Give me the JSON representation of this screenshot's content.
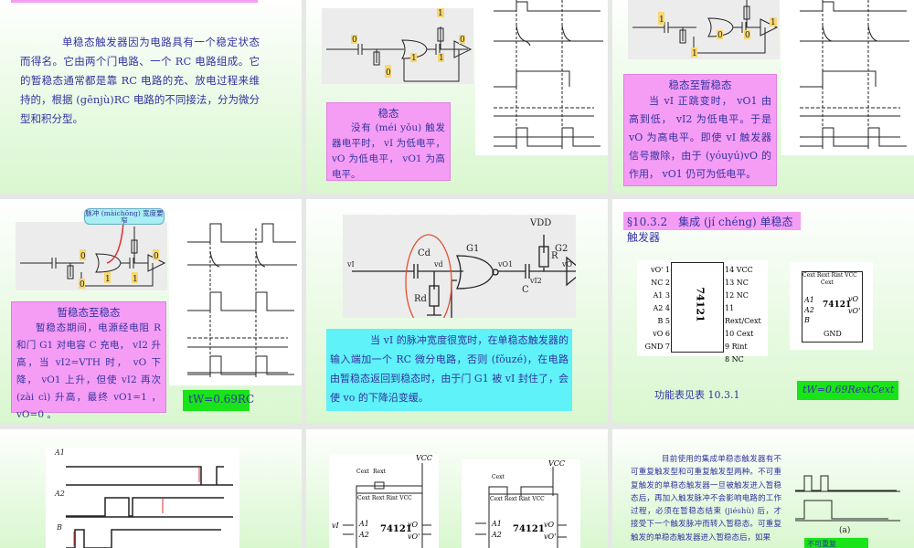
{
  "slides": [
    {
      "text": "单稳态触发器因为电路具有一个稳定状态而得名。它由两个门电路、一个 RC 电路组成。它的暂稳态通常都是靠 RC 电路的充、放电过程来维持的，根据 (gēnjù)RC 电路的不同接法，分为微分型和积分型。"
    },
    {
      "box_title": "稳态",
      "box_text": "没有 (méi yǒu) 触发器电平时， vI 为低电平， vO 为低电平， vO1 为高电平。",
      "labels": {
        "c": "0",
        "g1_out": "1",
        "r_node": "1",
        "vo": "0",
        "gfb": "0",
        "vdd": "1"
      }
    },
    {
      "box_title": "稳态至暂稳态",
      "box_text": "当 vI 正跳变时， vO1 由高到低， vI2 为低电平。于是 vO 为高电平。即使 vI 触发器信号撤除，由于 (yóuyú)vO 的作用， vO1 仍可为低电平。",
      "labels": {
        "c": "1",
        "g1_out": "0",
        "r_node": "0",
        "vo": "1",
        "gfb": "1"
      }
    },
    {
      "callout": "脉冲 (màichōng) 宽度要窄",
      "box_title": "暂稳态至稳态",
      "box_text": "暂稳态期间，电源经电阻 R 和门 G1 对电容 C 充电， vI2 升高，当 vI2=VTH 时， vO 下降， vO1 上升，但使 vI2 再次 (zài cì) 升高，最终 vO1=1 ， vO=0 。",
      "formula": "tW=0.69RC",
      "labels": {
        "c": "0",
        "g1_out": "1",
        "r_node": "1",
        "vo": "0",
        "gfb": "0"
      }
    },
    {
      "box_text": "当 vI 的脉冲宽度很宽时，在单稳态触发器的输入端加一个 RC 微分电路，否则 (fǒuzé)，在电路由暂稳态返回到稳态时，由于门 G1 被 vI 封住了，会使 vo 的下降沿变缓。",
      "labels": {
        "vdd": "VDD",
        "cd": "Cd",
        "rd": "Rd",
        "g1": "G1",
        "g2": "G2",
        "r": "R",
        "c": "C",
        "vi": "vI",
        "vd": "vd",
        "vo1": "vO1",
        "vi2": "vI2",
        "vo": "vO"
      }
    },
    {
      "title": "§10.3.2　集成 (jí chéng) 单稳态触发器",
      "chip": "74121",
      "left_pins": [
        "vO' 1",
        "NC 2",
        "A1 3",
        "A2 4",
        "B 5",
        "vO 6",
        "GND 7"
      ],
      "right_pins": [
        "14 VCC",
        "13 NC",
        "12 NC",
        "11 Rext/Cext",
        "10 Cext",
        "9 Rint",
        "8 NC"
      ],
      "logic_top": "Cext Rext Rint VCC",
      "logic_sub": "Cext",
      "logic_in": [
        "A1",
        "A2",
        "B"
      ],
      "logic_out": [
        "vO",
        "vO'"
      ],
      "gnd": "GND",
      "caption": "功能表见表 10.3.1",
      "formula": "tW=0.69RextCext"
    },
    {
      "axes": [
        "A1",
        "A2",
        "B"
      ]
    },
    {
      "chip": "74121",
      "top": "Cext Rext Rint VCC",
      "cext": "Cext",
      "rext": "Rext",
      "vcc": "VCC",
      "in": [
        "A1",
        "A2"
      ],
      "out": [
        "vO",
        "vO'"
      ],
      "vi": "vI"
    },
    {
      "text": "目前使用的集成单稳态触发器有不可重复触发型和可重复触发型两种。不可重复触发的单稳态触发器一旦被触发进入暂稳态后，再加入触发脉冲不会影响电路的工作过程，必须在暂稳态结束 (jiéshù) 后，才接受下一个触发脉冲而转入暂稳态。可重复触发的单稳态触发器进入暂稳态后，如果",
      "fig": "(a)",
      "tag": "不可重复 (chóngfù) 触"
    }
  ],
  "colors": {
    "pink": "#f59df5",
    "cyan": "#5ff2f8",
    "green": "#19e319",
    "text": "#3333a0"
  }
}
